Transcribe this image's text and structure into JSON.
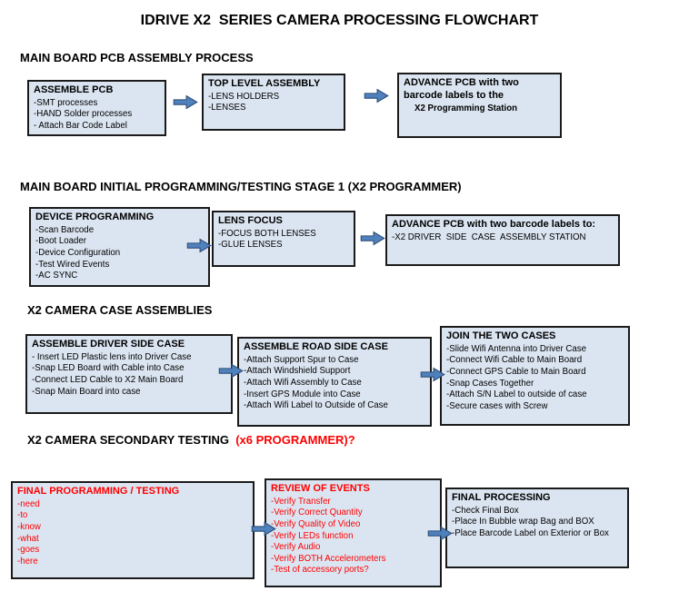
{
  "page_title": "IDRIVE X2  SERIES CAMERA PROCESSING FLOWCHART",
  "colors": {
    "box_fill": "#dbe5f1",
    "box_border": "#1a1a1a",
    "arrow_fill": "#4f81bd",
    "arrow_stroke": "#2c4d75",
    "alert_red": "#ff0000"
  },
  "sections": [
    {
      "heading": "MAIN BOARD PCB ASSEMBLY PROCESS",
      "boxes": [
        {
          "title": "ASSEMBLE PCB",
          "lines": [
            "-SMT processes",
            "-HAND Solder processes",
            "- Attach Bar Code Label"
          ]
        },
        {
          "title": "TOP LEVEL ASSEMBLY",
          "lines": [
            "-LENS HOLDERS",
            "-LENSES"
          ]
        },
        {
          "title": "ADVANCE PCB with two barcode labels to the",
          "lines": [
            "X2 Programming Station"
          ]
        }
      ]
    },
    {
      "heading": "MAIN BOARD INITIAL PROGRAMMING/TESTING STAGE 1 (X2 PROGRAMMER)",
      "boxes": [
        {
          "title": "DEVICE PROGRAMMING",
          "lines": [
            "-Scan Barcode",
            "-Boot Loader",
            "-Device Configuration",
            "-Test Wired Events",
            "-AC SYNC"
          ]
        },
        {
          "title": "LENS FOCUS",
          "lines": [
            "-FOCUS BOTH LENSES",
            "-GLUE LENSES"
          ]
        },
        {
          "title": "ADVANCE PCB with two barcode labels to:",
          "lines": [
            "-X2 DRIVER  SIDE  CASE  ASSEMBLY STATION"
          ]
        }
      ]
    },
    {
      "heading": "X2 CAMERA CASE ASSEMBLIES",
      "boxes": [
        {
          "title": "ASSEMBLE DRIVER SIDE CASE",
          "lines": [
            "- Insert LED Plastic lens into Driver Case",
            "-Snap LED Board with Cable into Case",
            "-Connect LED Cable to X2 Main Board",
            "-Snap Main Board into case"
          ]
        },
        {
          "title": "ASSEMBLE ROAD SIDE CASE",
          "lines": [
            "-Attach Support Spur to Case",
            "-Attach Windshield Support",
            "-Attach Wifi Assembly to Case",
            "-Insert GPS Module into Case",
            "-Attach Wifi Label to Outside of Case"
          ]
        },
        {
          "title": "JOIN THE TWO CASES",
          "lines": [
            "-Slide Wifi Antenna into Driver Case",
            "-Connect Wifi Cable to Main Board",
            "-Connect GPS Cable to Main Board",
            "-Snap Cases Together",
            "-Attach S/N Label to outside of case",
            "-Secure cases with Screw"
          ]
        }
      ]
    },
    {
      "heading": "X2 CAMERA SECONDARY TESTING",
      "heading_suffix": "  (x6 PROGRAMMER)?",
      "boxes": [
        {
          "title": "FINAL PROGRAMMING / TESTING",
          "lines": [
            "-need",
            "-to",
            "-know",
            "-what",
            "-goes",
            "-here"
          ]
        },
        {
          "title": "REVIEW OF EVENTS",
          "lines": [
            "-Verify Transfer",
            "-Verify Correct Quantity",
            "-Verify Quality of Video",
            "-Verify LEDs function",
            "-Verify Audio",
            "-Verify BOTH Accelerometers",
            "-Test of accessory ports?"
          ]
        },
        {
          "title": "FINAL PROCESSING",
          "lines": [
            "-Check Final Box",
            "-Place In Bubble wrap Bag and BOX",
            "-Place Barcode Label on Exterior or Box"
          ]
        }
      ]
    }
  ]
}
